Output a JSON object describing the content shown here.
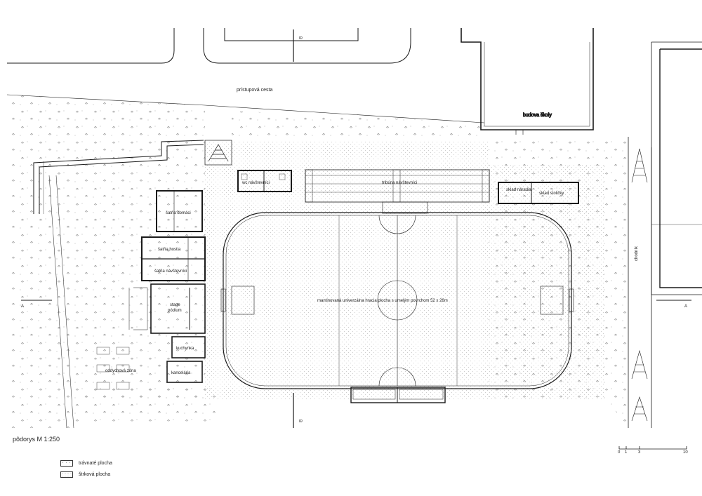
{
  "labels": {
    "access_road": "prístupová cesta",
    "school_building": "budova školy",
    "wc": "wc návštevníci",
    "grandstand": "tribúna návštevníci",
    "tool_storage": "sklad náradia",
    "chair_storage": "sklad stoličky",
    "home_locker": "šatňa domáci",
    "guest_locker": "šatňa hostia",
    "visitor_locker": "šatňa návštevníci",
    "stage_line1": "stage",
    "stage_line2": "pódium",
    "kitchen": "kuchynka",
    "office": "kancelária",
    "relax_zone": "oddychová zóna",
    "sidewalk": "chodník",
    "pitch": "mantinovaná univerzálna hracia plocha s umelým povrchom 52 x 26m",
    "section_a_left": "A",
    "section_a_right": "A",
    "section_b_top": "B",
    "section_b_bottom": "B"
  },
  "title": "pôdorys M 1:250",
  "legend": {
    "grass": "trávnaté plocha",
    "gravel": "štrková plocha"
  },
  "scale": [
    "0",
    "1",
    "3",
    "10"
  ],
  "colors": {
    "line": "#1a1a1a",
    "grass_dot": "#9a9a9a",
    "gravel_dot": "#b5b5b5"
  }
}
